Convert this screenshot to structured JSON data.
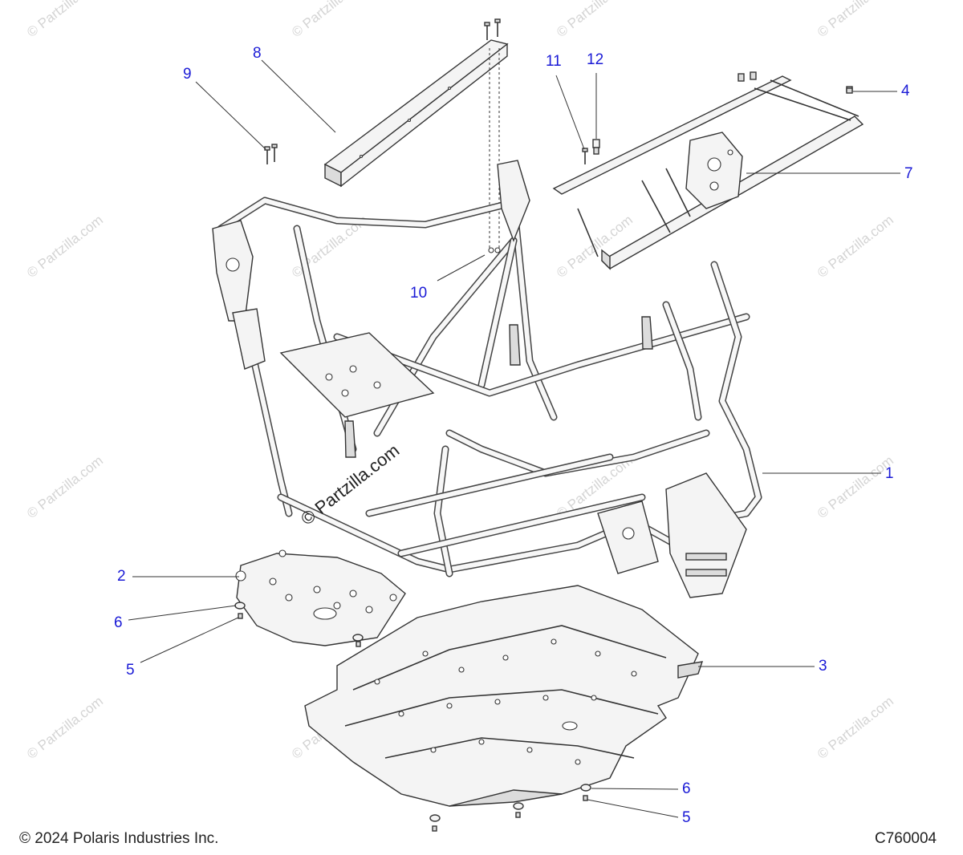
{
  "callouts": [
    {
      "id": "1",
      "label": "1"
    },
    {
      "id": "2",
      "label": "2"
    },
    {
      "id": "3",
      "label": "3"
    },
    {
      "id": "4",
      "label": "4"
    },
    {
      "id": "5a",
      "label": "5"
    },
    {
      "id": "5b",
      "label": "5"
    },
    {
      "id": "6a",
      "label": "6"
    },
    {
      "id": "6b",
      "label": "6"
    },
    {
      "id": "7",
      "label": "7"
    },
    {
      "id": "8",
      "label": "8"
    },
    {
      "id": "9",
      "label": "9"
    },
    {
      "id": "10",
      "label": "10"
    },
    {
      "id": "11",
      "label": "11"
    },
    {
      "id": "12",
      "label": "12"
    }
  ],
  "watermark": "© Partzilla.com",
  "footer": {
    "copyright": "© 2024 Polaris Industries Inc.",
    "diagram_code": "C760004"
  },
  "colors": {
    "callout": "#1a1ad6",
    "line_art": "#333333",
    "watermark": "#d4d4d4"
  }
}
